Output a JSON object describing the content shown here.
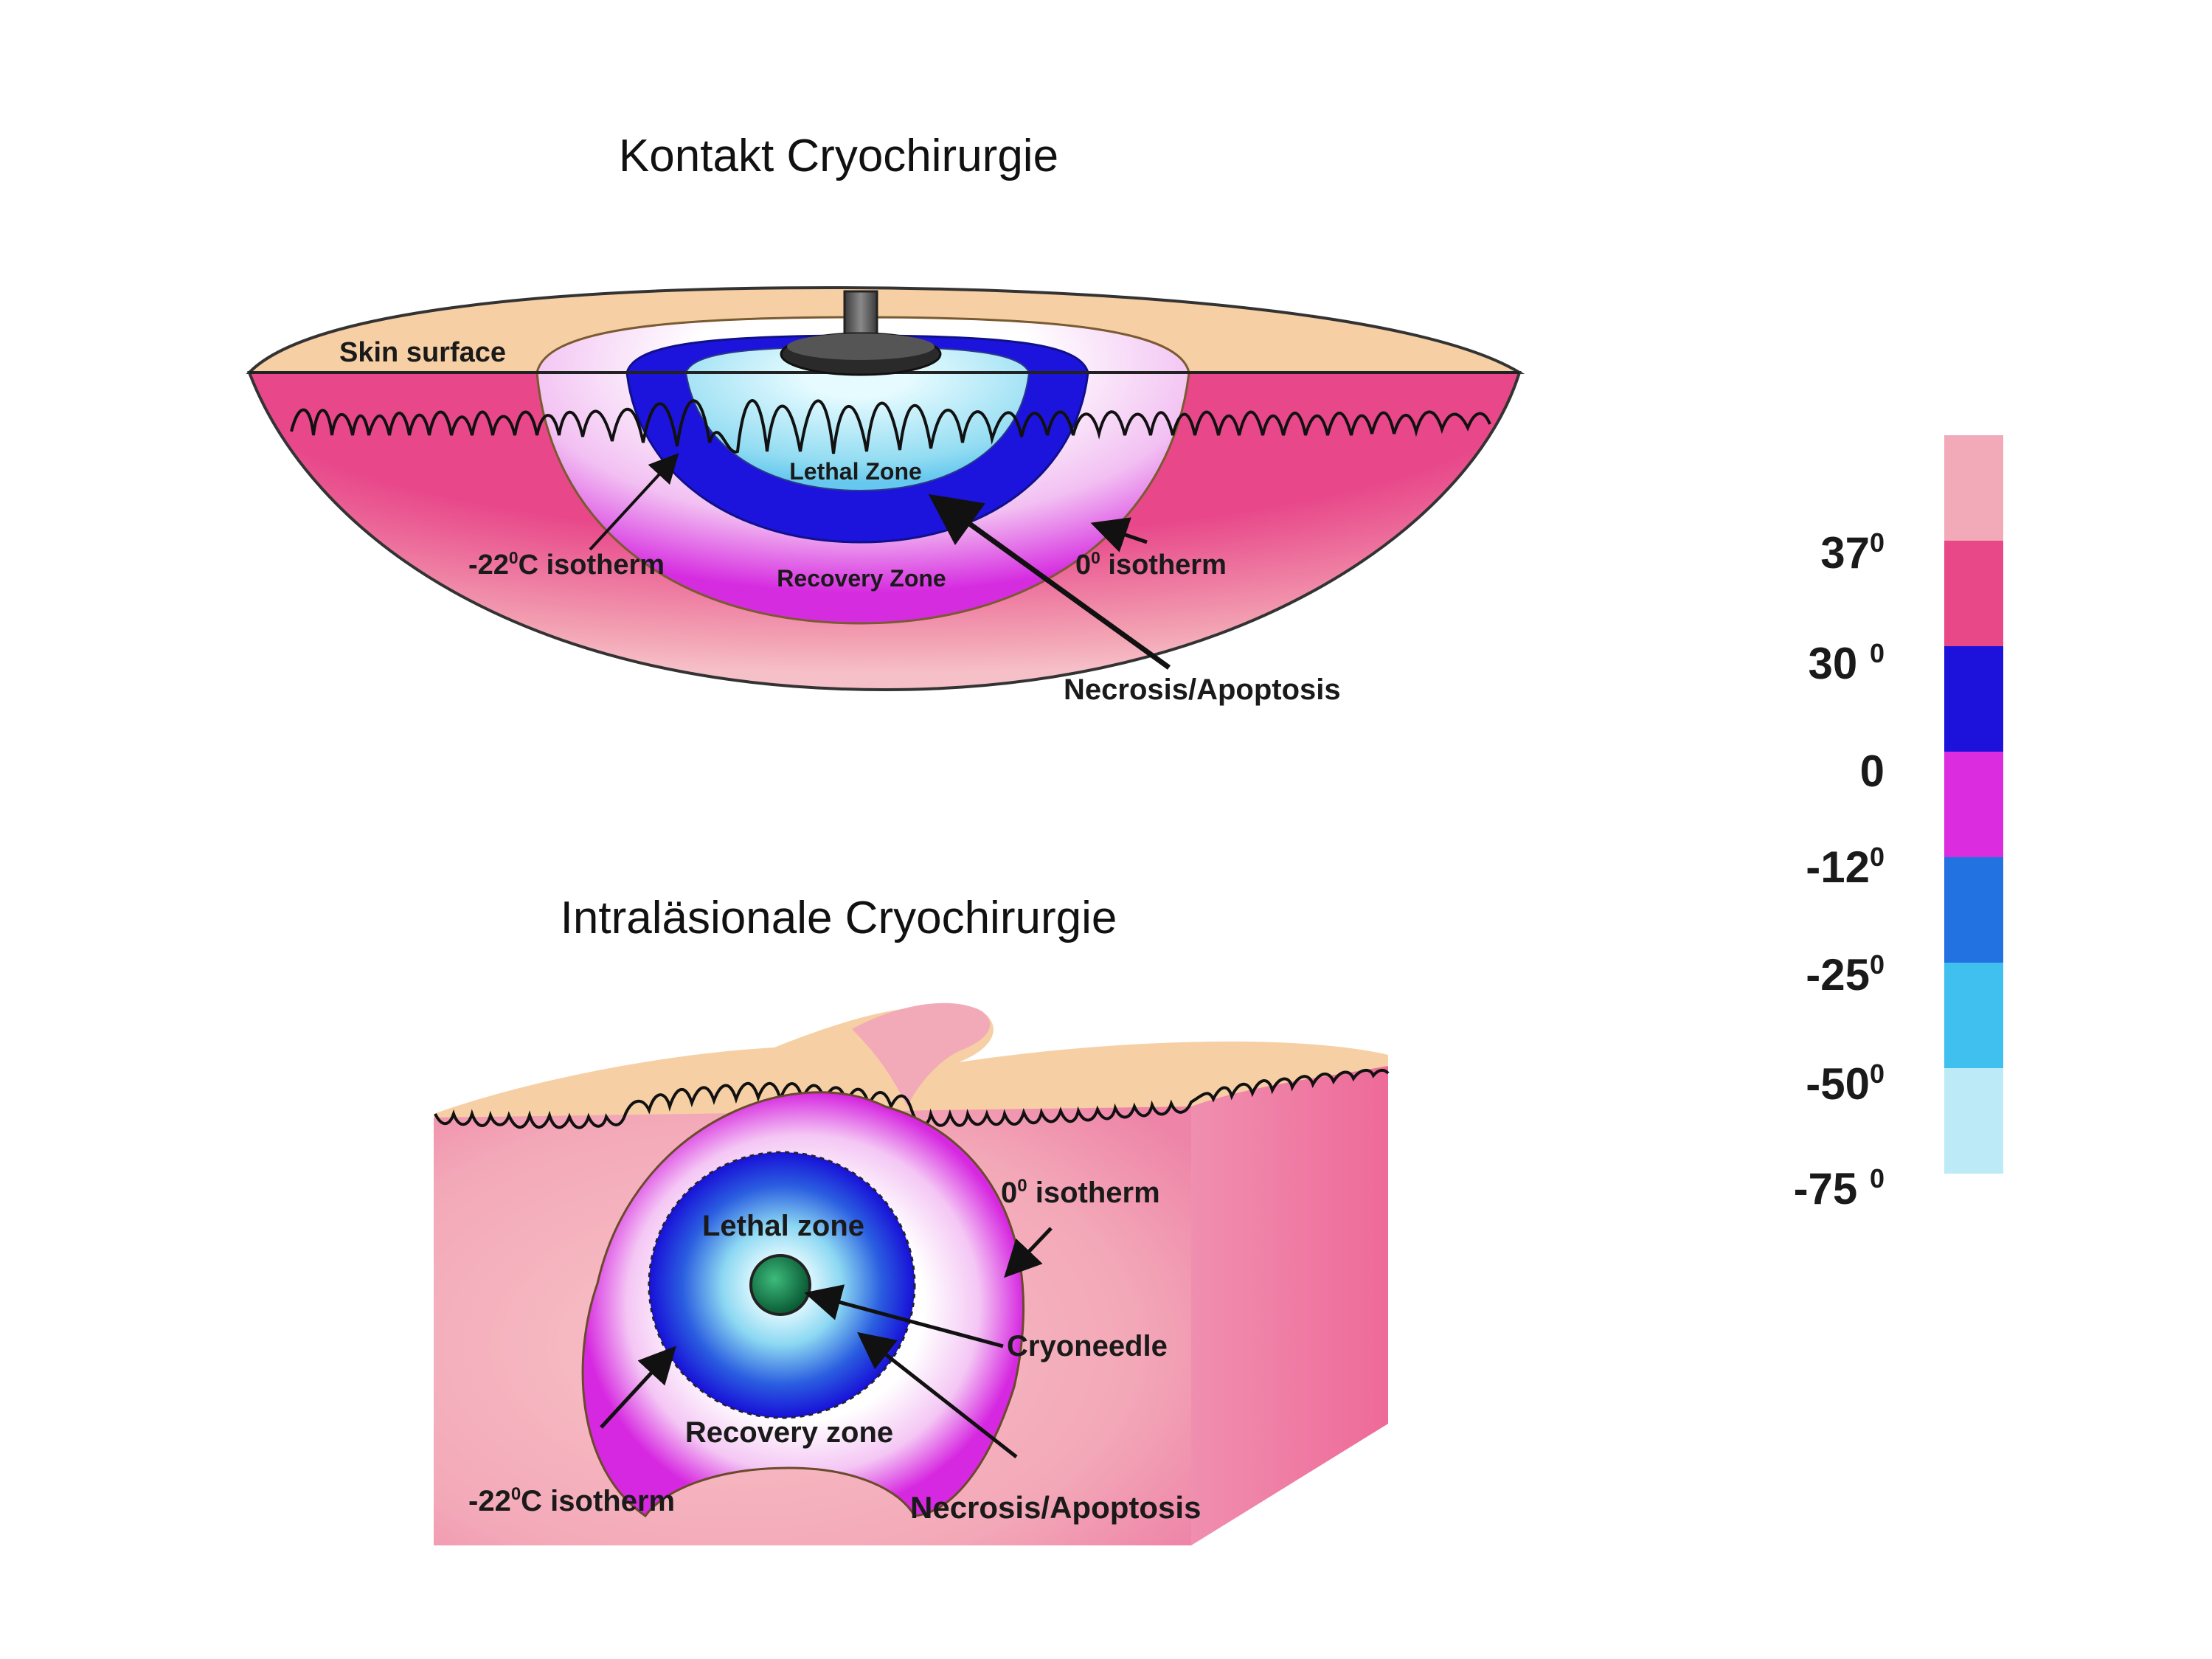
{
  "titles": {
    "contact": "Kontakt Cryochirurgie",
    "intralesional": "Intraläsionale Cryochirurgie"
  },
  "contact_diagram": {
    "skin_surface": "Skin surface",
    "lethal_zone": "Lethal  Zone",
    "recovery_zone": "Recovery  Zone",
    "isotherm_22_value": "-22",
    "isotherm_22_sup": "0",
    "isotherm_22_suffix": "C isotherm",
    "isotherm_0_value": "0",
    "isotherm_0_sup": "0",
    "isotherm_0_suffix": " isotherm",
    "necrosis": "Necrosis/Apoptosis"
  },
  "intralesional_diagram": {
    "isotherm_0_value": "0",
    "isotherm_0_sup": "0",
    "isotherm_0_suffix": " isotherm",
    "lethal_zone": "Lethal zone",
    "cryoneedle": "Cryoneedle",
    "recovery_zone": "Recovery zone",
    "isotherm_22_value": "-22",
    "isotherm_22_sup": "0",
    "isotherm_22_suffix": "C isotherm",
    "necrosis": "Necrosis/Apoptosis"
  },
  "color_scale": {
    "colors": [
      "#f2aab9",
      "#e84888",
      "#1c12dc",
      "#dc2ce0",
      "#2272e2",
      "#40c0ee",
      "#bceaf6"
    ],
    "labels": [
      {
        "value": "37",
        "sup": "0"
      },
      {
        "value": "30 ",
        "sup": "0"
      },
      {
        "value": "0",
        "sup": ""
      },
      {
        "value": "-12",
        "sup": "0"
      },
      {
        "value": "-25",
        "sup": "0"
      },
      {
        "value": "-50",
        "sup": "0"
      },
      {
        "value": "-75 ",
        "sup": "0"
      }
    ]
  },
  "colors": {
    "skin_top": "#f6cfa5",
    "tissue_pink": "#e8488a",
    "tissue_light": "#f3a8b6",
    "recovery_magenta": "#d82ce0",
    "lethal_blue": "#1c14dc",
    "core_cyan": "#8ad6ee",
    "needle_green": "#0e7a4a"
  }
}
